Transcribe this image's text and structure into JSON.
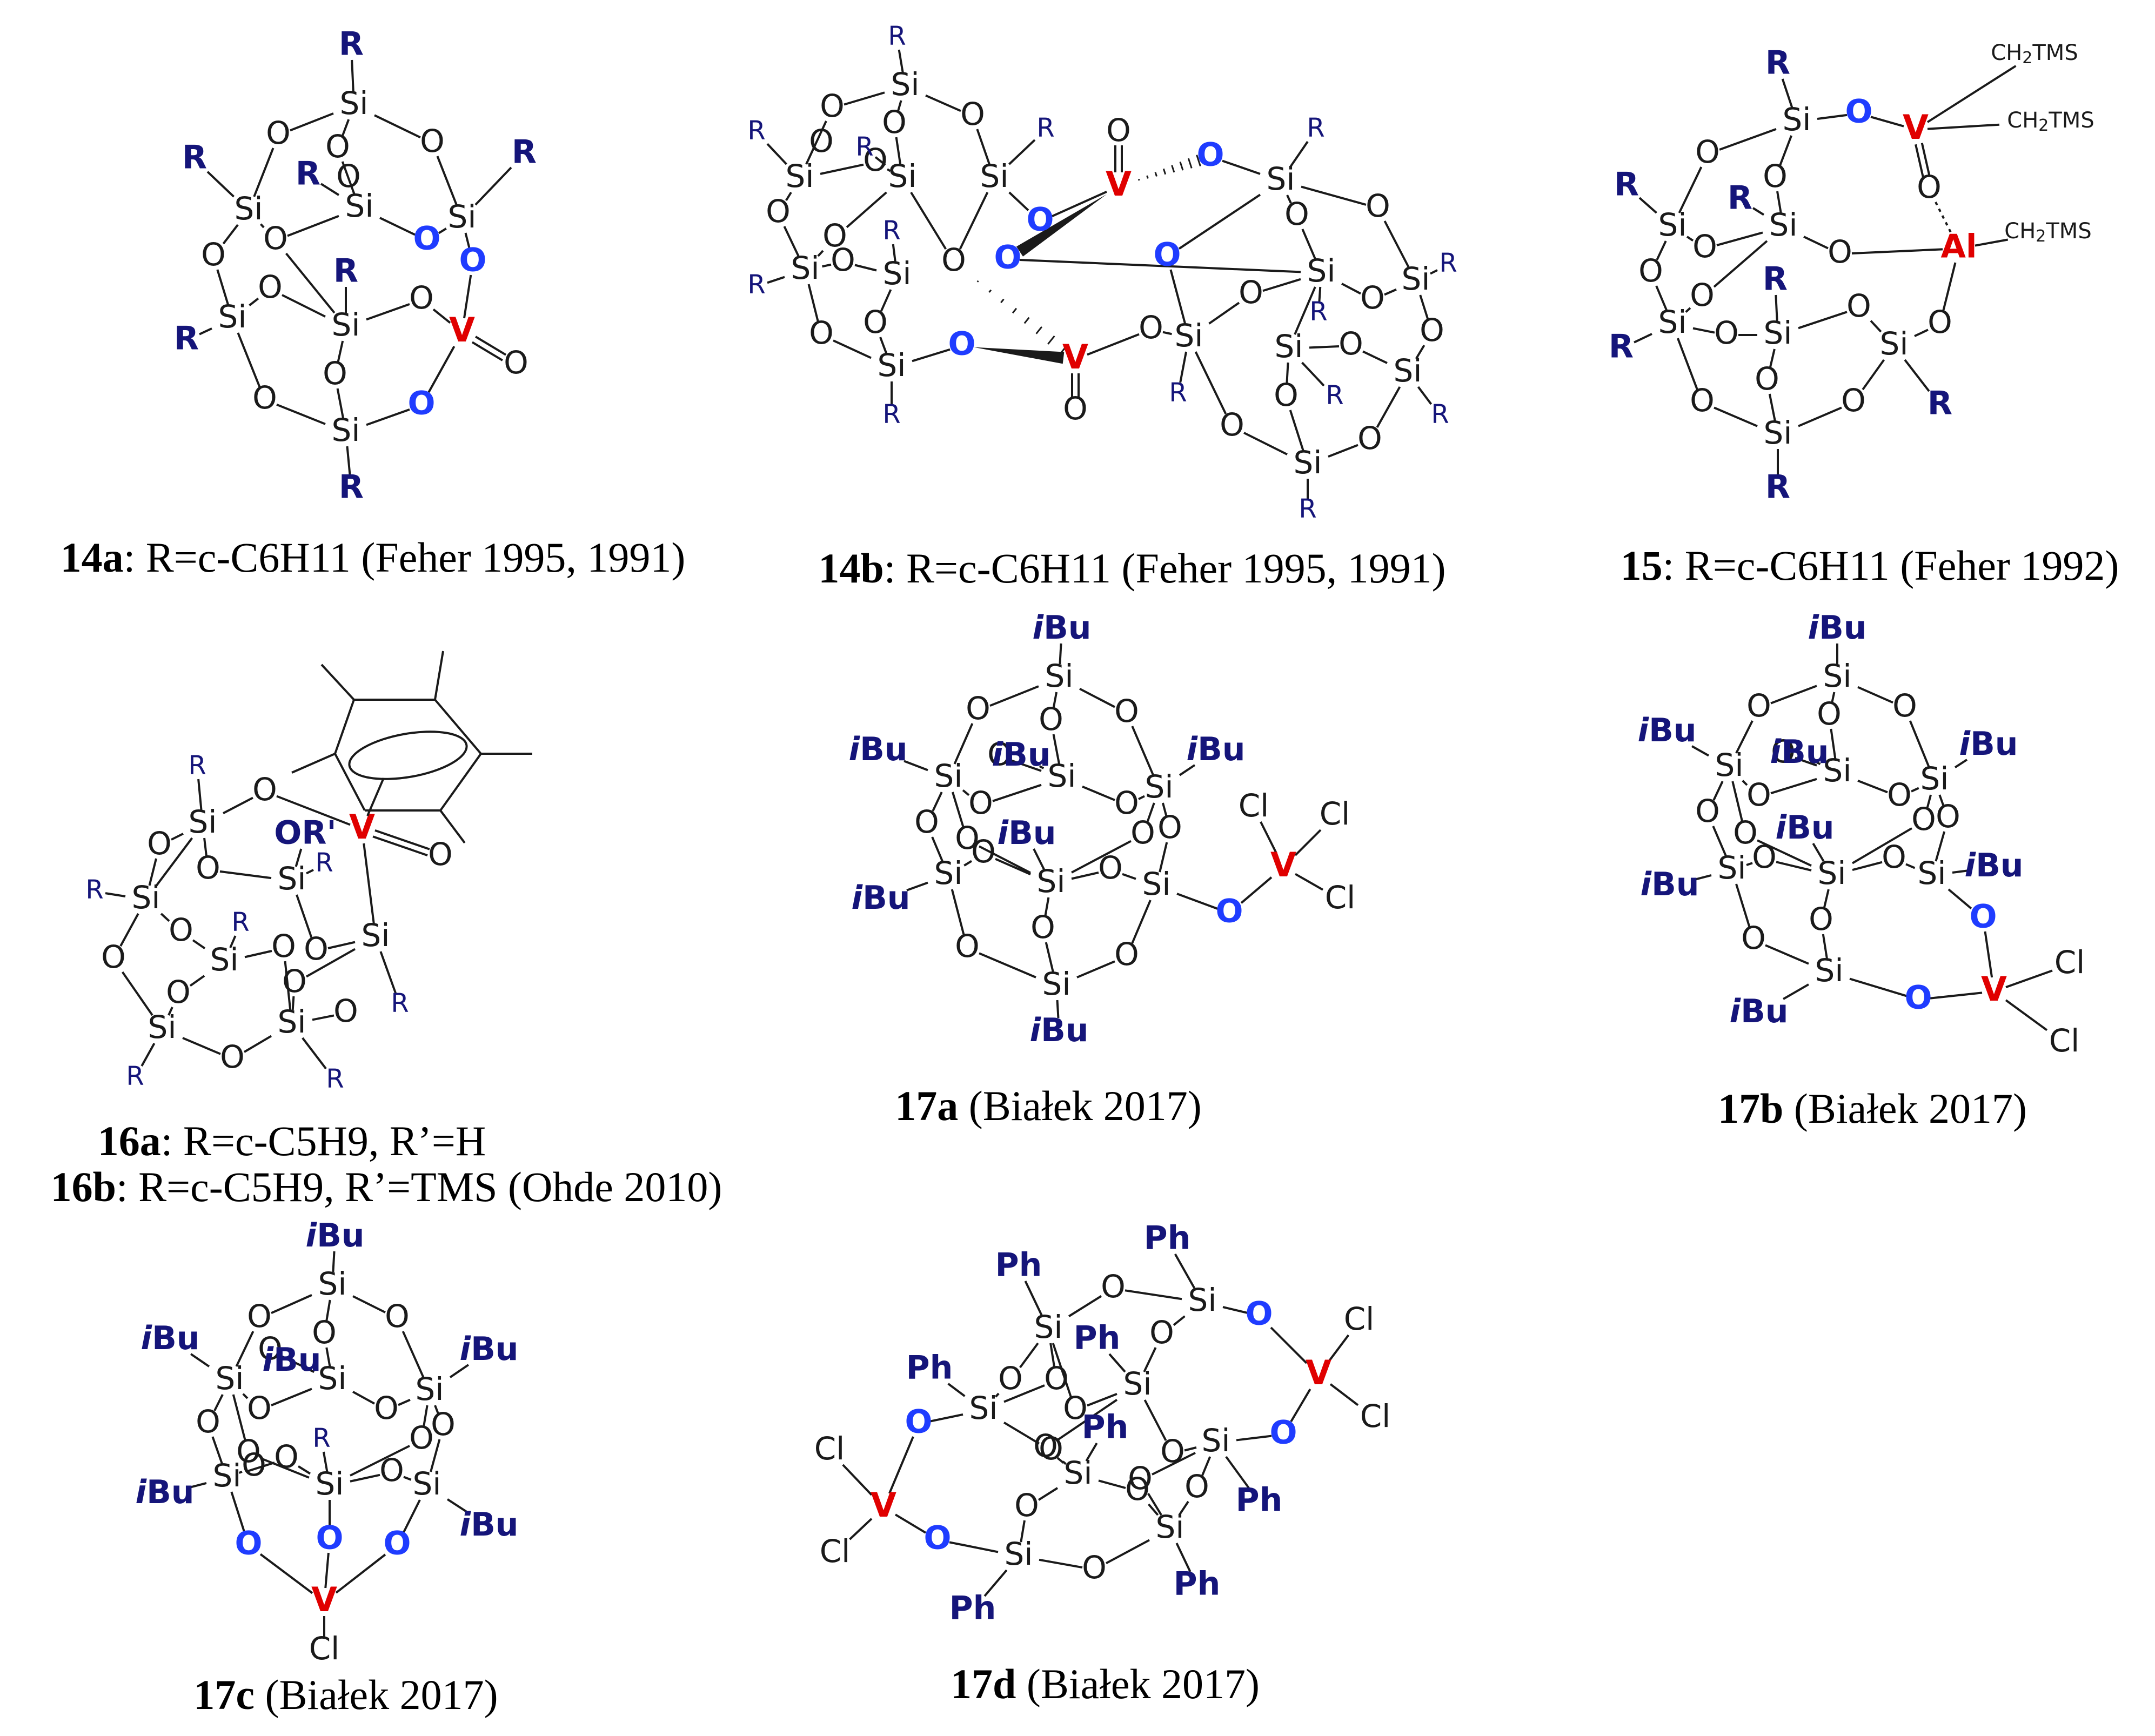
{
  "atom_labels": {
    "si": "Si",
    "o": "O",
    "v": "V",
    "al": "Al",
    "cl": "Cl",
    "r": "R",
    "ibu": "iBu",
    "ph": "Ph",
    "or_prime": "OR'",
    "ch2tms": "CH2TMS"
  },
  "colors": {
    "bond": "#1a1a1a",
    "oxygen_bridge": "#1f3cff",
    "vanadium": "#e00000",
    "substituent": "#15157a"
  },
  "captions": {
    "c14a": {
      "label": "14a",
      "rest": ": R=c-C6H11 (Feher 1995, 1991)"
    },
    "c14b": {
      "label": "14b",
      "rest": ": R=c-C6H11 (Feher 1995, 1991)"
    },
    "c15": {
      "label": "15",
      "rest": ": R=c-C6H11 (Feher 1992)"
    },
    "c16a": {
      "label": "16a",
      "rest": ": R=c-C5H9, R’=H"
    },
    "c16b": {
      "label": "16b",
      "rest": ": R=c-C5H9, R’=TMS (Ohde 2010)"
    },
    "c17a": {
      "label": "17a",
      "rest": " (Białek 2017)"
    },
    "c17b": {
      "label": "17b",
      "rest": " (Białek 2017)"
    },
    "c17c": {
      "label": "17c",
      "rest": " (Białek 2017)"
    },
    "c17d": {
      "label": "17d",
      "rest": " (Białek 2017)"
    }
  }
}
